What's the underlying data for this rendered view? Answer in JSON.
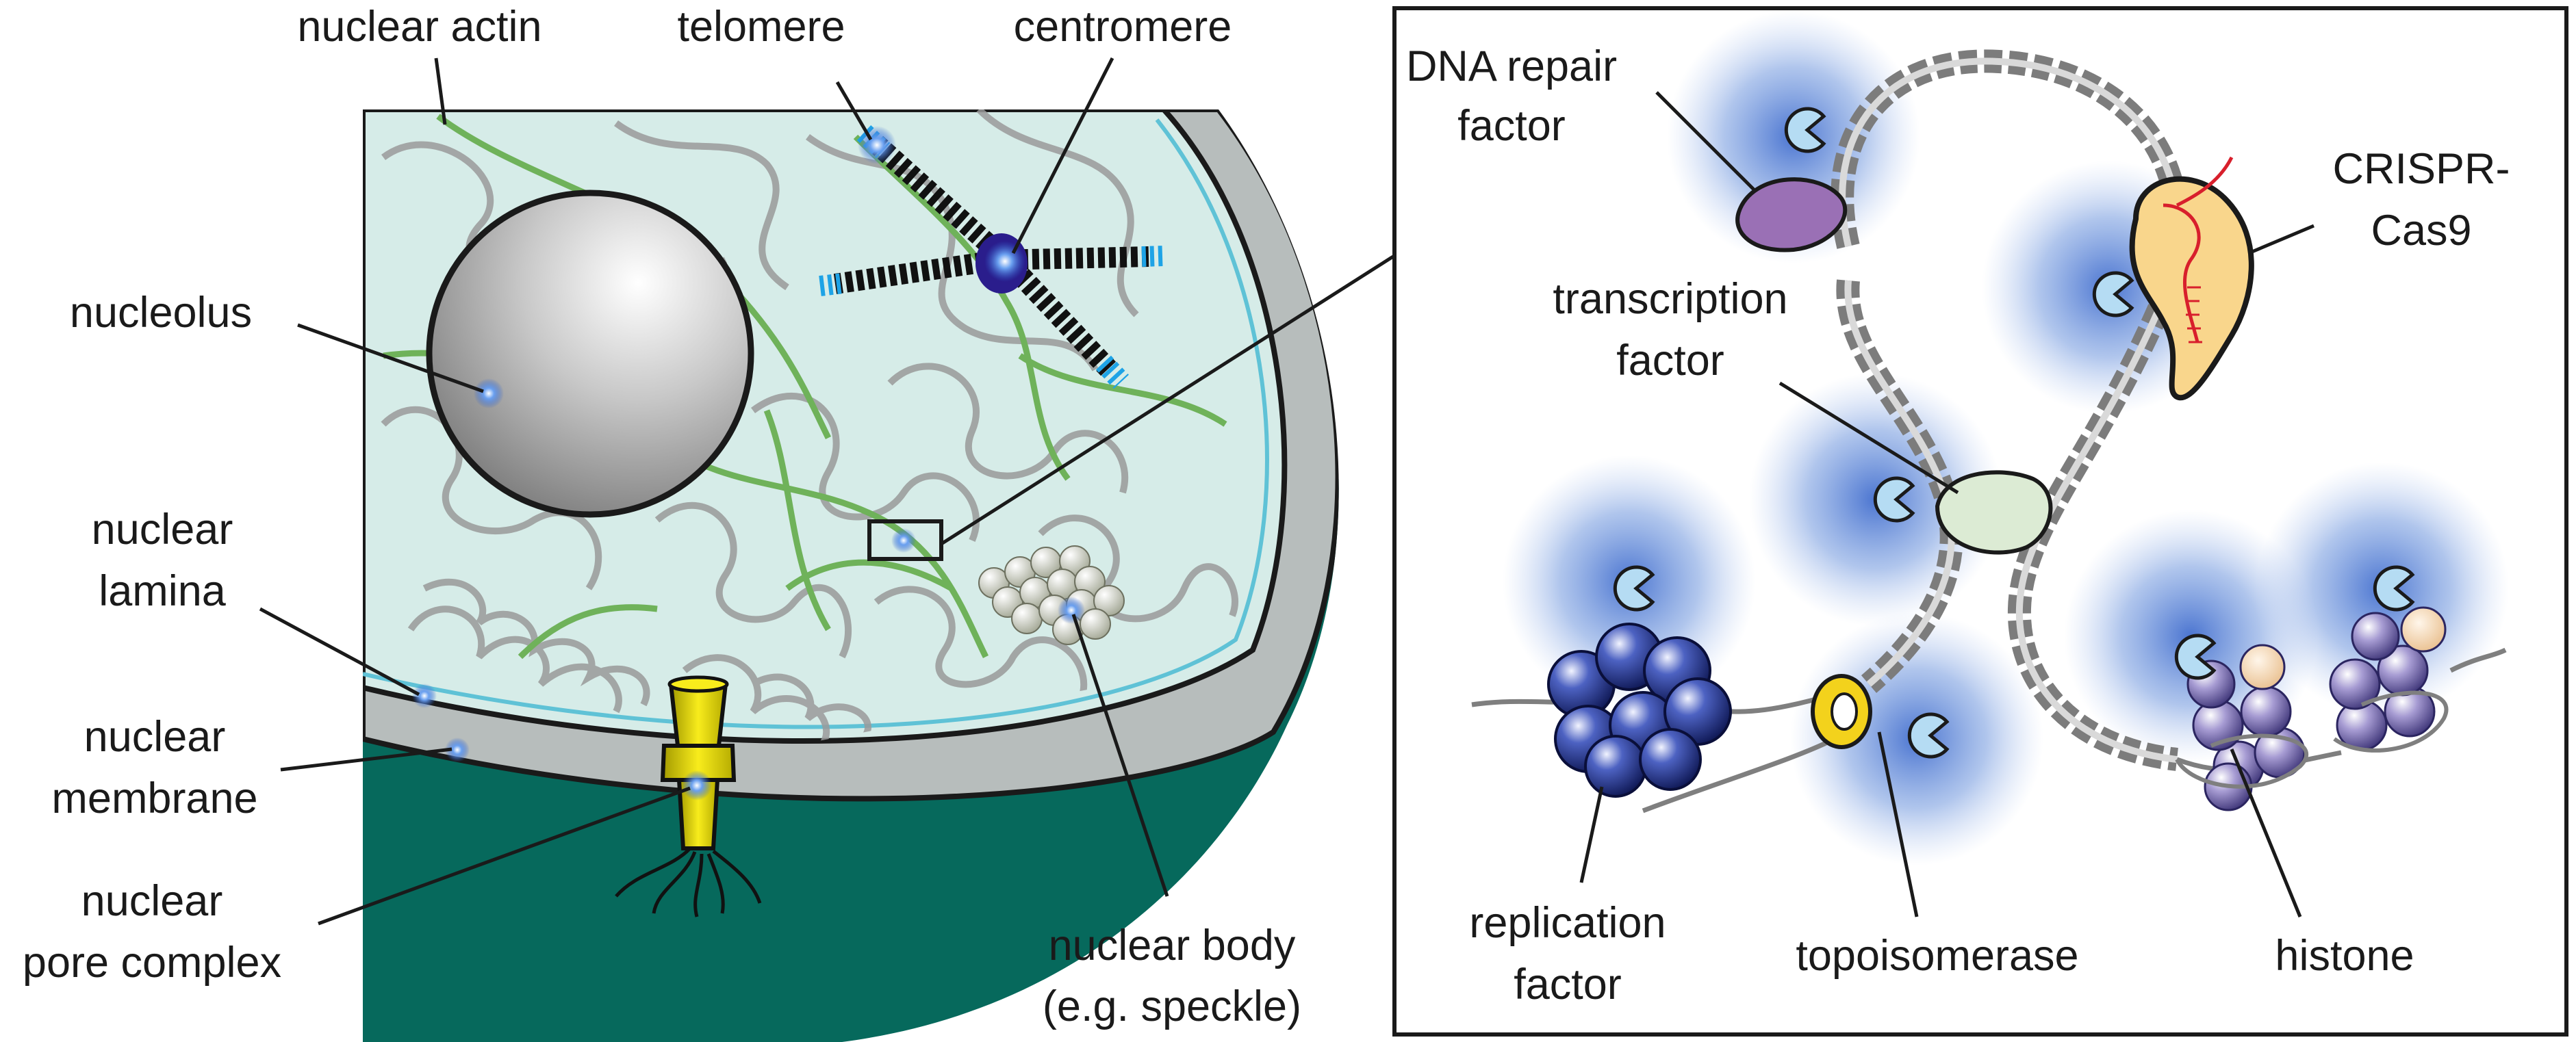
{
  "left_panel": {
    "labels": {
      "nuclear_actin": "nuclear actin",
      "telomere": "telomere",
      "centromere": "centromere",
      "nucleolus": "nucleolus",
      "nuclear_lamina": [
        "nuclear",
        "lamina"
      ],
      "nuclear_membrane": [
        "nuclear",
        "membrane"
      ],
      "nuclear_pore_complex": [
        "nuclear",
        "pore complex"
      ],
      "nuclear_body": [
        "nuclear body",
        "(e.g. speckle)"
      ]
    }
  },
  "right_panel": {
    "labels": {
      "dna_repair_factor": [
        "DNA repair",
        "factor"
      ],
      "crispr_cas9": [
        "CRISPR-",
        "Cas9"
      ],
      "transcription_factor": [
        "transcription",
        "factor"
      ],
      "replication_factor": [
        "replication",
        "factor"
      ],
      "topoisomerase": "topoisomerase",
      "histone": "histone"
    }
  },
  "colors": {
    "nucleoplasm": "#d6ece8",
    "membrane_gray": "#b7bdbc",
    "cytoplasm_teal": "#06695c",
    "actin_green": "#6fb25a",
    "chromatin_gray": "#9a9a9a",
    "lamina_cyan": "#5fc2d6",
    "glow_blue": "#2b5cc8",
    "tag_blue": "#b5dcf3",
    "pore_yellow": "#f3e300",
    "dna_repair_purple": "#9a70b5",
    "cas9_orange": "#f9d68c",
    "transcription_green": "#dcebd4",
    "replication_navy": "#1a2a78",
    "histone_lavender": "#8479b6",
    "histone_peach": "#f7d8b4"
  }
}
